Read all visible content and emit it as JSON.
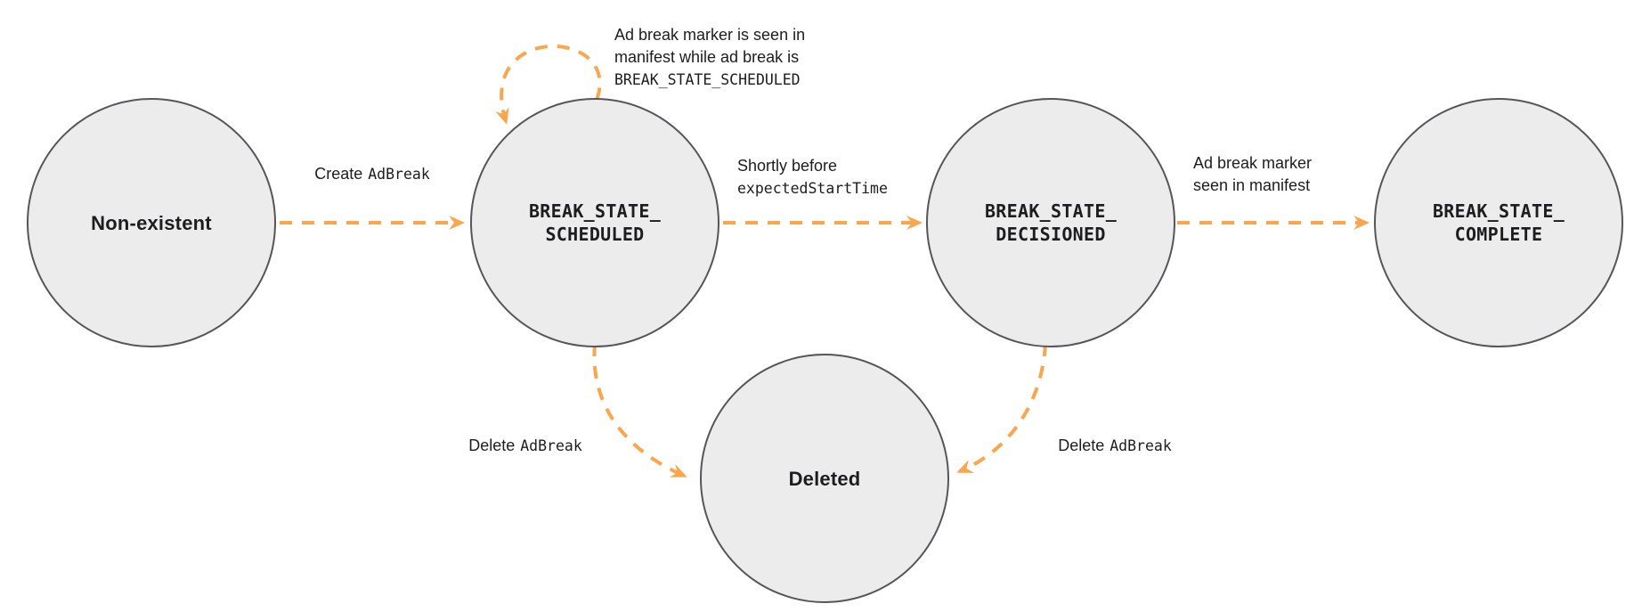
{
  "colors": {
    "arrow": "#FBA54C",
    "fill": "#ececec",
    "border": "#56565a",
    "ink": "#1d1d1f"
  },
  "states": {
    "non_existent": {
      "label": "Non-existent"
    },
    "scheduled": {
      "line1": "BREAK_STATE_",
      "line2": "SCHEDULED"
    },
    "decisioned": {
      "line1": "BREAK_STATE_",
      "line2": "DECISIONED"
    },
    "complete": {
      "line1": "BREAK_STATE_",
      "line2": "COMPLETE"
    },
    "deleted": {
      "label": "Deleted"
    }
  },
  "transitions": {
    "create": {
      "plain": "Create",
      "code": "AdBreak"
    },
    "self_loop": {
      "line1": "Ad break marker is seen in",
      "line2": "manifest while ad break is",
      "code": "BREAK_STATE_SCHEDULED"
    },
    "decision": {
      "plain": "Shortly before",
      "code": "expectedStartTime"
    },
    "complete_edge": {
      "line1": "Ad break marker",
      "line2": "seen in manifest"
    },
    "delete_left": {
      "plain": "Delete",
      "code": "AdBreak"
    },
    "delete_right": {
      "plain": "Delete",
      "code": "AdBreak"
    }
  }
}
